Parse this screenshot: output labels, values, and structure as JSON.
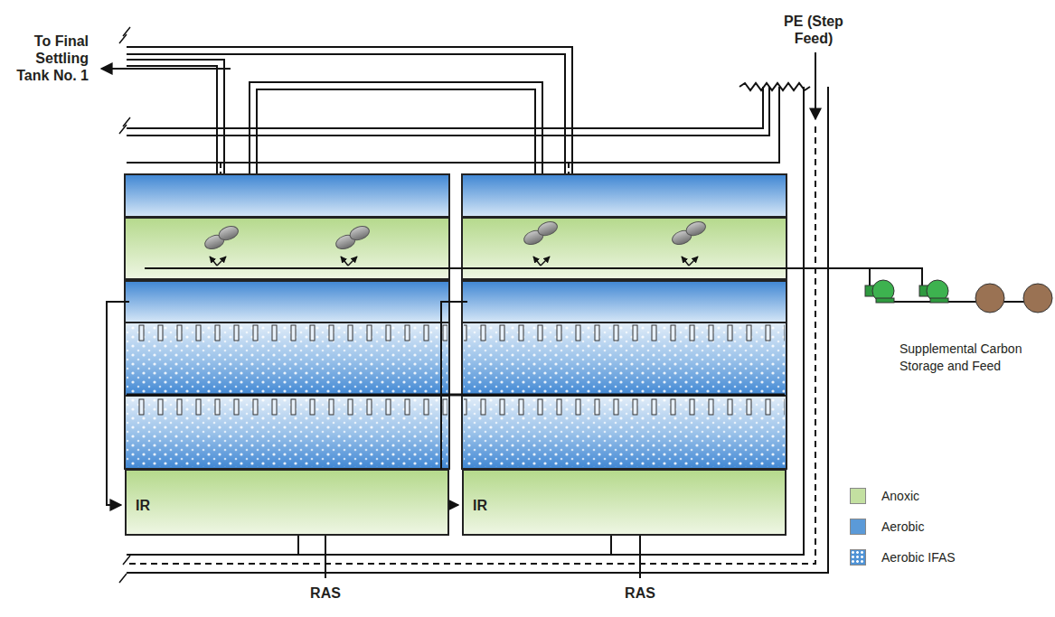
{
  "diagram": {
    "nodes": [
      {
        "text": [
          "IR"
        ]
      },
      {
        "text": [
          "IR"
        ]
      }
    ],
    "labels": [
      "To Final Settling Tank No. 1",
      "PE (Step Feed)",
      "Supplemental Carbon Storage and Feed",
      "RAS",
      "RAS"
    ],
    "legend": [
      {
        "text": "Anoxic",
        "color": "#c3e0a1"
      },
      {
        "text": "Aerobic",
        "color": "#5b9ad8"
      },
      {
        "text": "Aerobic IFAS",
        "color": "#4f93d6"
      }
    ]
  }
}
